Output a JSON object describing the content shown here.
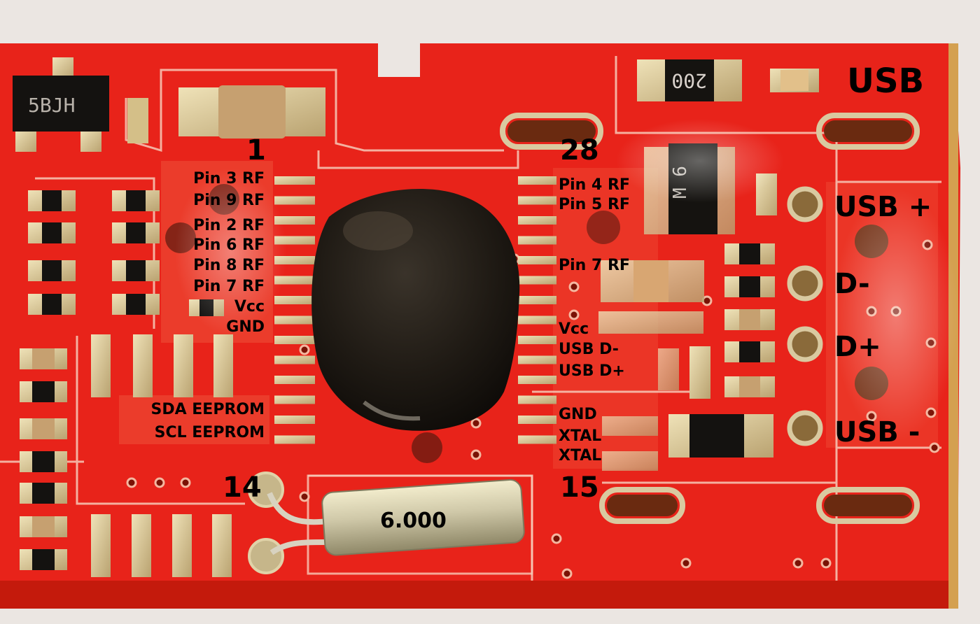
{
  "corner_pins": {
    "pin1": "1",
    "pin28": "28",
    "pin14": "14",
    "pin15": "15"
  },
  "left_pins": [
    "Pin 3 RF",
    "Pin 9 RF",
    "Pin 2 RF",
    "Pin 6 RF",
    "Pin 8 RF",
    "Pin 7 RF",
    "Vcc",
    "GND",
    "SDA EEPROM",
    "SCL EEPROM"
  ],
  "right_pins": [
    "Pin 4 RF",
    "Pin 5 RF",
    "Pin 7 RF",
    "Vcc",
    "USB D-",
    "USB D+",
    "GND",
    "XTAL",
    "XTAL"
  ],
  "connector": {
    "title": "USB",
    "usb_plus": "USB +",
    "d_minus": "D-",
    "d_plus": "D+",
    "usb_minus": "USB -"
  },
  "components": {
    "crystal": "6.000",
    "regulator": "5BJH",
    "resistor": "200",
    "diode": "M 6"
  },
  "colors": {
    "board": "#e8231a",
    "board_dark": "#b81408",
    "trace": "#f7c9b8",
    "solder": "#d9c9a0",
    "blob": "#1f1a14",
    "crystal": "#cfc8a8"
  }
}
